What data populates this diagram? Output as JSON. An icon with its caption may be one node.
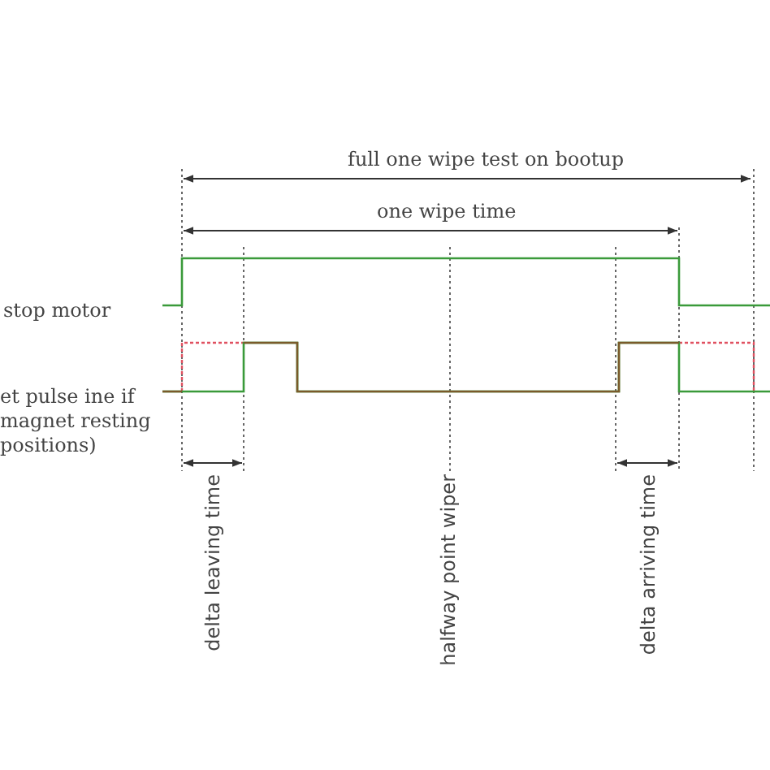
{
  "diagram": {
    "labels": [
      "full one wipe test on bootup",
      "one wipe time",
      "stop motor",
      "et pulse ine if magnet resting positions)",
      "delta leaving time",
      "halfway point wiper",
      "delta arriving time"
    ]
  }
}
